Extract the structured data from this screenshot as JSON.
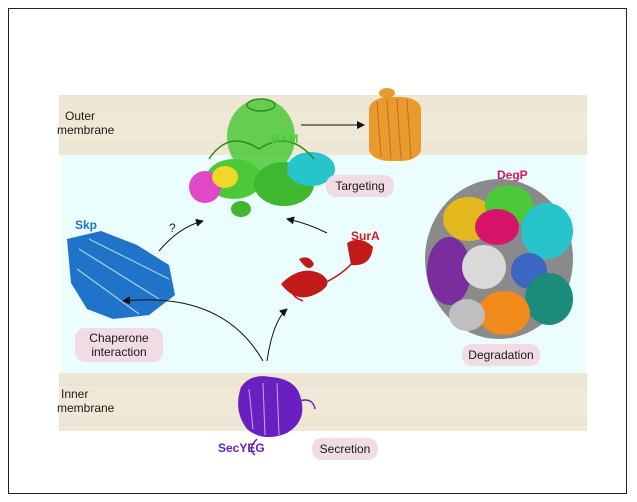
{
  "labels": {
    "outer_membrane_line1": "Outer",
    "outer_membrane_line2": "membrane",
    "inner_membrane_line1": "Inner",
    "inner_membrane_line2": "membrane",
    "bam": "BAM",
    "skp": "Skp",
    "sura": "SurA",
    "degp": "DegP",
    "secyeg": "SecYEG",
    "question": "?"
  },
  "pills": {
    "targeting": "Targeting",
    "chaperone_line1": "Chaperone",
    "chaperone_line2": "interaction",
    "degradation": "Degradation",
    "secretion": "Secretion"
  },
  "colors": {
    "membrane": "#efe8d6",
    "periplasm": "#ecfdfd",
    "bam": "#4cc93a",
    "skp": "#1f74c9",
    "sura": "#cf1f1f",
    "degp": "#d6146a",
    "secyeg": "#6a1fc0",
    "omp": "#e89a2c",
    "pill": "#f1dce6"
  }
}
